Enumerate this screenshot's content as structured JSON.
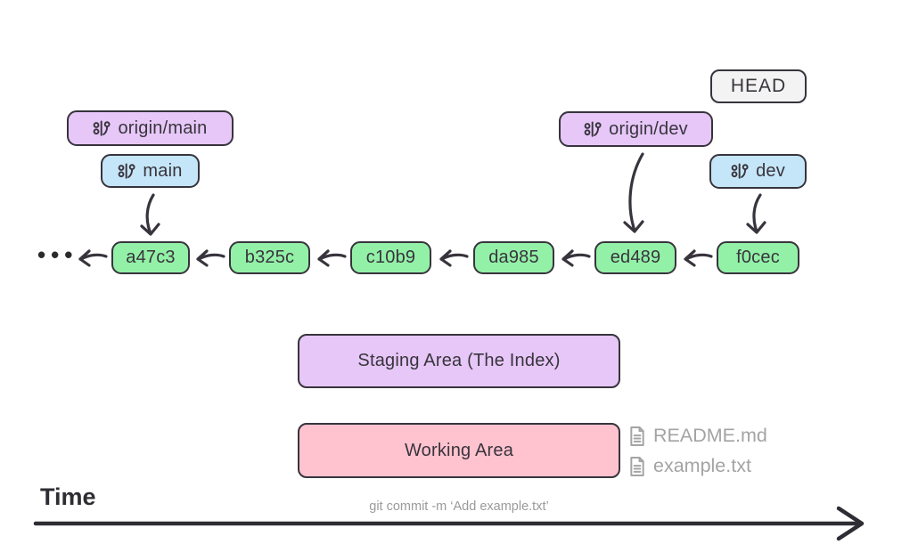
{
  "diagram": {
    "head_label": "HEAD",
    "branches": {
      "origin_main": "origin/main",
      "main": "main",
      "origin_dev": "origin/dev",
      "dev": "dev"
    },
    "ellipsis": "•••",
    "commits": [
      {
        "id": "a47c3"
      },
      {
        "id": "b325c"
      },
      {
        "id": "c10b9"
      },
      {
        "id": "da985"
      },
      {
        "id": "ed489"
      },
      {
        "id": "f0cec"
      }
    ],
    "areas": {
      "staging": "Staging Area (The Index)",
      "working": "Working Area"
    },
    "files": [
      {
        "name": "README.md"
      },
      {
        "name": "example.txt"
      }
    ],
    "time_label": "Time",
    "command_caption": "git commit -m ‘Add example.txt’"
  },
  "colors": {
    "remote_branch_fill": "#e6c7f7",
    "local_branch_fill": "#c5e6f8",
    "commit_fill": "#93f1a7",
    "staging_fill": "#e6c7f7",
    "working_fill": "#ffc3cf",
    "head_fill": "#f3f3f3",
    "stroke": "#38343d",
    "muted_text": "#a4a4a4"
  }
}
